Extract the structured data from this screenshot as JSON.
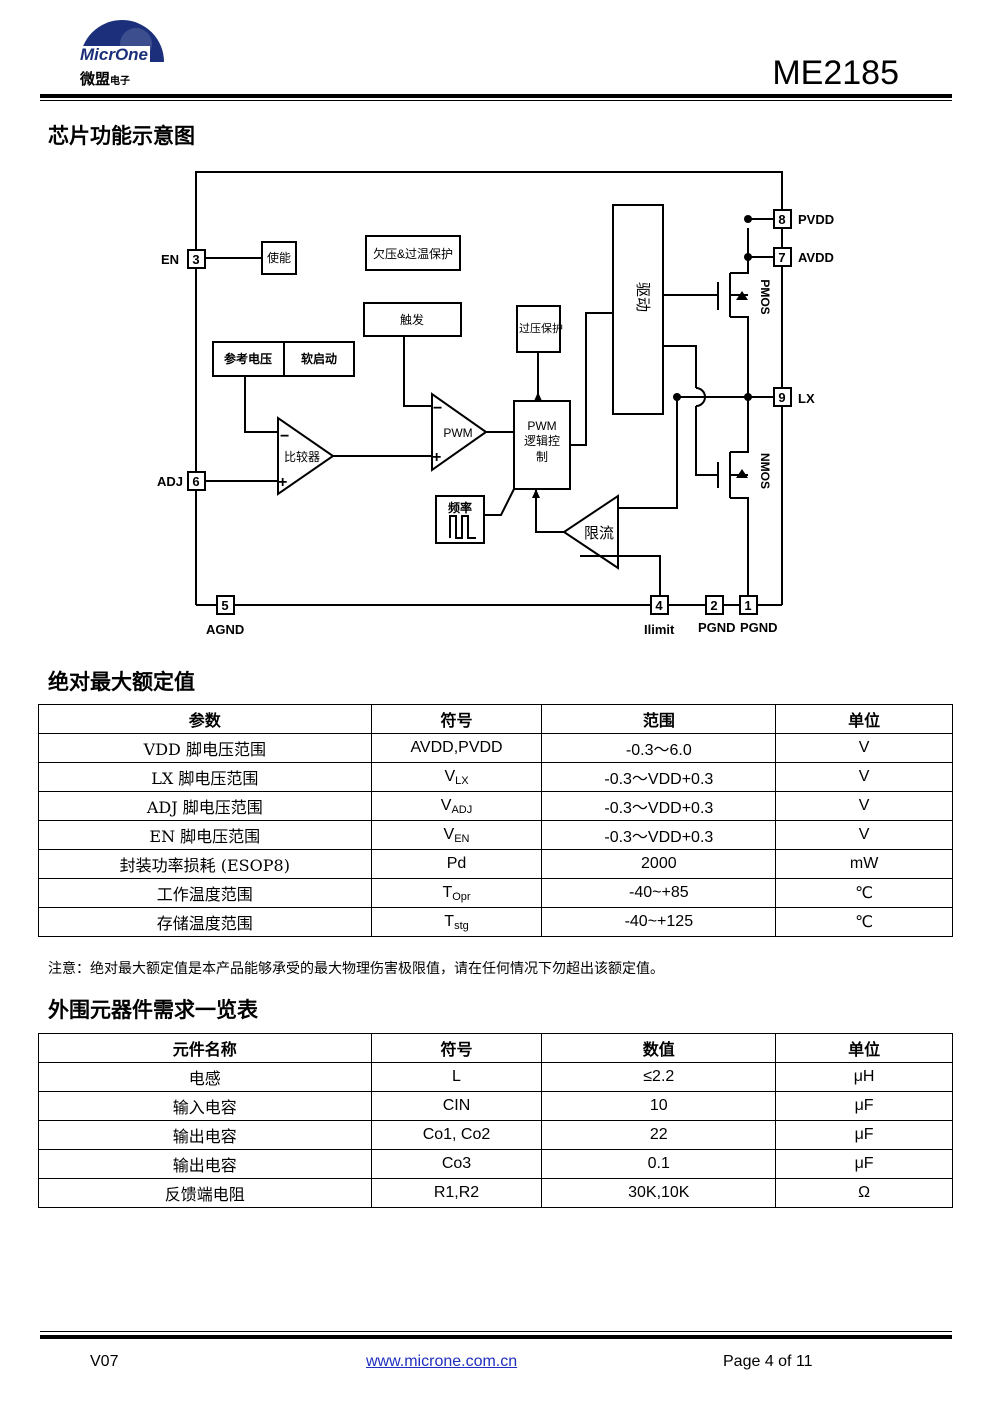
{
  "header": {
    "logo_text": "MicrOne",
    "logo_cn": "微盟",
    "logo_cn_small": "电子",
    "part_number": "ME2185"
  },
  "sections": {
    "block_diagram": "芯片功能示意图",
    "abs_max": "绝对最大额定值",
    "external": "外围元器件需求一览表"
  },
  "diagram": {
    "pins": {
      "en": "EN",
      "en_num": "3",
      "adj": "ADJ",
      "adj_num": "6",
      "agnd": "AGND",
      "agnd_num": "5",
      "ilimit": "Ilimit",
      "ilimit_num": "4",
      "pgnd2": "PGND",
      "pgnd2_num": "2",
      "pgnd1": "PGND",
      "pgnd1_num": "1",
      "pvdd": "PVDD",
      "pvdd_num": "8",
      "avdd": "AVDD",
      "avdd_num": "7",
      "lx": "LX",
      "lx_num": "9"
    },
    "blocks": {
      "enable": "使能",
      "uvlo_otp": "欠压&过温保护",
      "trigger": "触发",
      "ovp": "过压保护",
      "vref": "参考电压",
      "soft_start": "软启动",
      "comparator": "比较器",
      "pwm": "PWM",
      "pwm_logic_1": "PWM",
      "pwm_logic_2": "逻辑控",
      "pwm_logic_3": "制",
      "driver": "驱动",
      "frequency": "频率",
      "current_limit": "限流",
      "pmos": "PMOS",
      "nmos": "NMOS"
    }
  },
  "abs_max_table": {
    "headers": [
      "参数",
      "符号",
      "范围",
      "单位"
    ],
    "rows": [
      {
        "param": "VDD  脚电压范围",
        "sym": "AVDD,PVDD",
        "sub": "",
        "range": "-0.3～6.0",
        "unit": "V"
      },
      {
        "param": "LX 脚电压范围",
        "sym": "V",
        "sub": "LX",
        "range": "-0.3～VDD+0.3",
        "unit": "V"
      },
      {
        "param": "ADJ 脚电压范围",
        "sym": "V",
        "sub": "ADJ",
        "range": "-0.3～VDD+0.3",
        "unit": "V"
      },
      {
        "param": "EN 脚电压范围",
        "sym": "V",
        "sub": "EN",
        "range": "-0.3～VDD+0.3",
        "unit": "V"
      },
      {
        "param": "封装功率损耗 (ESOP8)",
        "sym": "Pd",
        "sub": "",
        "range": "2000",
        "unit": "mW"
      },
      {
        "param": "工作温度范围",
        "sym": "T",
        "sub": "Opr",
        "range": "-40~+85",
        "unit": "℃"
      },
      {
        "param": "存储温度范围",
        "sym": "T",
        "sub": "stg",
        "range": "-40~+125",
        "unit": "℃"
      }
    ]
  },
  "note": "注意：绝对最大额定值是本产品能够承受的最大物理伤害极限值，请在任何情况下勿超出该额定值。",
  "external_table": {
    "headers": [
      "元件名称",
      "符号",
      "数值",
      "单位"
    ],
    "rows": [
      {
        "name": "电感",
        "sym": "L",
        "value": "≤2.2",
        "unit": "μH"
      },
      {
        "name": "输入电容",
        "sym": "CIN",
        "value": "10",
        "unit": "μF"
      },
      {
        "name": "输出电容",
        "sym": "Co1, Co2",
        "value": "22",
        "unit": "μF"
      },
      {
        "name": "输出电容",
        "sym": "Co3",
        "value": "0.1",
        "unit": "μF"
      },
      {
        "name": "反馈端电阻",
        "sym": "R1,R2",
        "value": "30K,10K",
        "unit": "Ω"
      }
    ]
  },
  "footer": {
    "version": "V07",
    "url": "www.microne.com.cn",
    "page": "Page 4 of 11"
  }
}
